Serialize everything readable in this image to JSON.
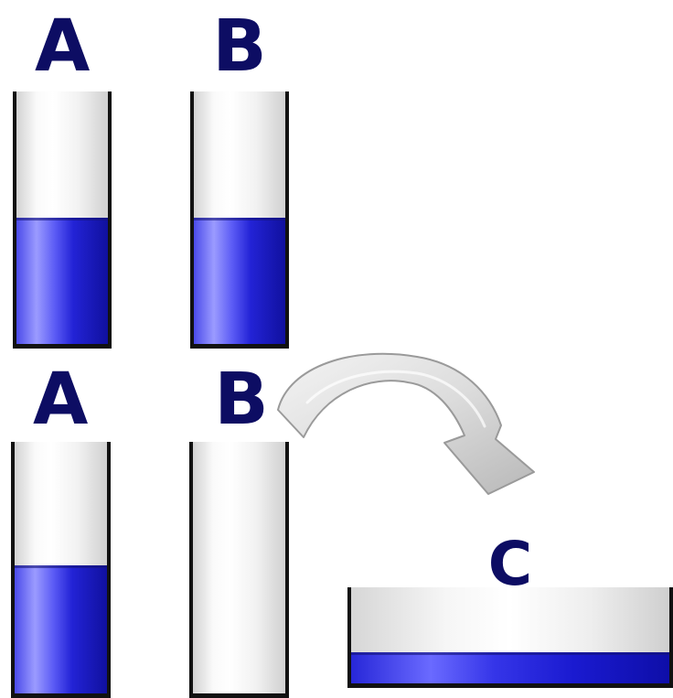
{
  "labels": {
    "top_a": "A",
    "top_b": "B",
    "bottom_a": "A",
    "bottom_b": "B",
    "dish_c": "C"
  },
  "colors": {
    "label_text": "#0d0d63",
    "liquid_blue": "#1f1fd0",
    "container_outline": "#111111",
    "arrow_fill": "#d8d8d8"
  },
  "fill_levels": {
    "tube_a_top": 0.5,
    "tube_b_top": 0.5,
    "tube_a_bottom": 0.5,
    "tube_b_bottom": 0,
    "dish_c": 0.3
  },
  "arrow": {
    "icon": "curved-arrow-icon"
  }
}
